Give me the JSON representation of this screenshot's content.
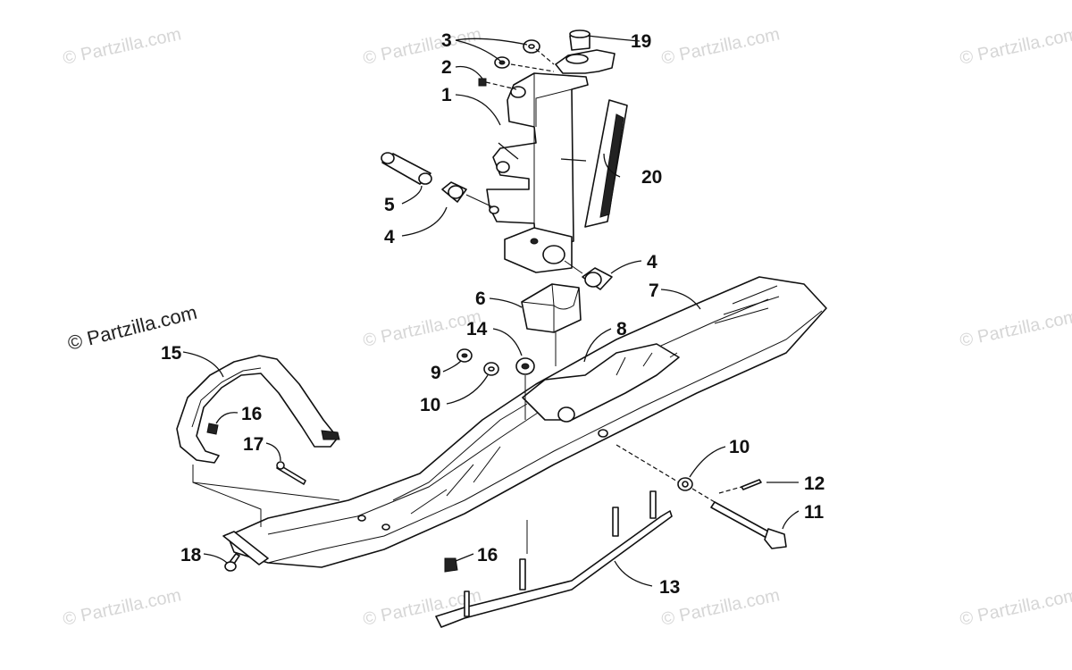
{
  "watermark": {
    "text": "© Partzilla.com",
    "main_text": "© Partzilla.com"
  },
  "callouts": {
    "c1": "1",
    "c2": "2",
    "c3": "3",
    "c4a": "4",
    "c4b": "4",
    "c5": "5",
    "c6": "6",
    "c7": "7",
    "c8": "8",
    "c9": "9",
    "c10a": "10",
    "c10b": "10",
    "c11": "11",
    "c12": "12",
    "c13": "13",
    "c14": "14",
    "c15": "15",
    "c16a": "16",
    "c16b": "16",
    "c17": "17",
    "c18": "18",
    "c19": "19",
    "c20": "20"
  },
  "colors": {
    "line": "#111111",
    "watermark": "#d6d6d6",
    "background": "#ffffff"
  }
}
